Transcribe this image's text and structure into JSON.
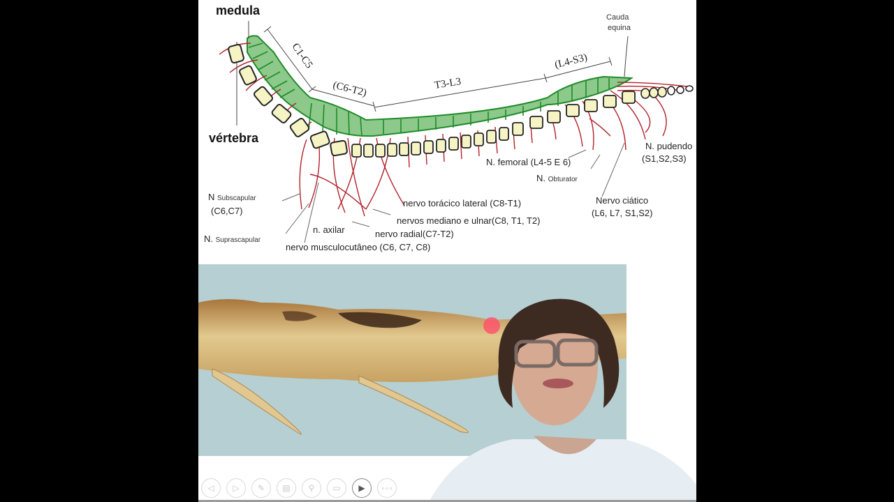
{
  "slide": {
    "labels": {
      "medula": "medula",
      "vertebra": "vértebra",
      "c1_c5": "C1-C5",
      "c6_t2": "(C6-T2)",
      "t3_l3": "T3-L3",
      "l4_s3": "(L4-S3)",
      "cauda_equina_1": "Cauda",
      "cauda_equina_2": "equina",
      "n_prefix_sub": "N",
      "subscapular": "Subscapular",
      "subscapular_roots": "(C6,C7)",
      "n_prefix_supra": "N.",
      "suprascapular": "Suprascapular",
      "n_axilar": "n. axilar",
      "musculocutaneo": "nervo musculocutâneo (C6, C7, C8)",
      "radial": "nervo radial(C7-T2)",
      "mediano_ulnar": "nervos mediano e ulnar(C8, T1, T2)",
      "toracico_lateral": "nervo torácico lateral  (C8-T1)",
      "femoral": "N. femoral (L4-5 E 6)",
      "n_prefix_obt": "N.",
      "obturator": "Obturator",
      "ciatico": "Nervo ciático",
      "ciatico_roots": "(L6, L7, S1,S2)",
      "pudendo": "N. pudendo",
      "pudendo_roots": "(S1,S2,S3)"
    },
    "vertebrae": {
      "cervical": [
        "1",
        "2",
        "3",
        "4",
        "5",
        "6",
        "7"
      ],
      "thoracic": [
        "1",
        "2",
        "3",
        "4",
        "5",
        "6",
        "7",
        "8",
        "9",
        "10",
        "11",
        "12",
        "13"
      ],
      "lumbar": [
        "1",
        "2",
        "3",
        "4",
        "5",
        "6",
        "7"
      ],
      "sacral": [
        "1",
        "2",
        "3"
      ]
    },
    "colors": {
      "spinal_cord": "#8cc98a",
      "spinal_cord_stroke": "#1f8a2a",
      "nerve": "#b3202a",
      "vertebra_fill": "#f6f3c4"
    }
  },
  "photo": {
    "description": "dissected canine spinal cord specimen"
  },
  "toolbar": {
    "buttons": [
      {
        "name": "previous-slide-button",
        "icon": "◁"
      },
      {
        "name": "next-slide-button",
        "icon": "▷"
      },
      {
        "name": "pen-tool-button",
        "icon": "✎"
      },
      {
        "name": "slide-overview-button",
        "icon": "▤"
      },
      {
        "name": "zoom-button",
        "icon": "⚲"
      },
      {
        "name": "subtitles-button",
        "icon": "▭"
      },
      {
        "name": "camera-button",
        "icon": "▶"
      },
      {
        "name": "more-options-button",
        "icon": "∘∘∘"
      }
    ]
  }
}
